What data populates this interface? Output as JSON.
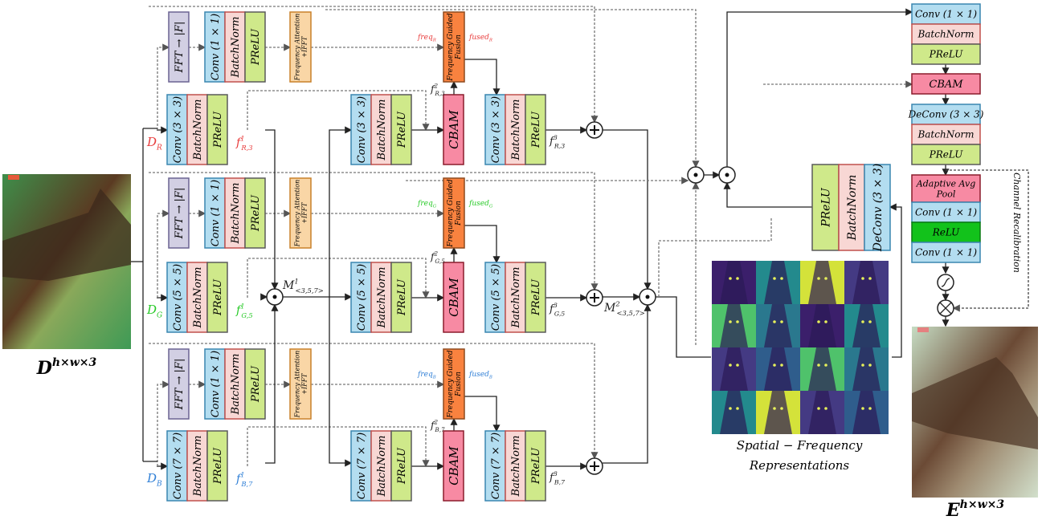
{
  "colors": {
    "conv": "#b3ddf0",
    "conv_border": "#3a86b0",
    "bn": "#f8d7d4",
    "bn_border": "#c0504d",
    "prelu": "#cfe98a",
    "prelu_border": "#5a5a5a",
    "fft": "#d2cfe3",
    "fft_border": "#6b6392",
    "freq_att": "#f9d6a6",
    "freq_att_border": "#c9812a",
    "fgf": "#f9823f",
    "fgf_border": "#8e4a1f",
    "cbam": "#f78aa3",
    "cbam_border": "#8b1c2c",
    "relu": "#12c21b",
    "red": "#e83b3b",
    "green": "#26c926",
    "blue": "#2f7fd6"
  },
  "labels": {
    "fft": "FFT → |F|",
    "conv1": "Conv (1 × 1)",
    "conv3": "Conv (3 × 3)",
    "conv5": "Conv (5 × 5)",
    "conv7": "Conv (7 × 7)",
    "deconv3": "DeConv (3 × 3)",
    "bn": "BatchNorm",
    "prelu": "PReLU",
    "relu": "ReLU",
    "freq_att_1": "Frequency Attention",
    "freq_att_2": "+IFFT",
    "fgf_1": "Frequency Guided",
    "fgf_2": "Fusion",
    "cbam": "CBAM",
    "aap_1": "Adaptive Avg",
    "aap_2": "Pool",
    "channel_recal": "Channel Recalibration",
    "sf_1": "Spatial − Frequency",
    "sf_2": "Representations"
  },
  "branches": {
    "R": {
      "input": "D",
      "input_sub": "R",
      "f1": "f",
      "f1_sup": "1",
      "f1_sub": "R,3",
      "f2_sup": "2",
      "f2_sub": "R,3",
      "f3_sup": "3",
      "f3_sub": "R,3",
      "freq": "freq",
      "freq_sub": "R",
      "fused": "fused",
      "fused_sub": "R"
    },
    "G": {
      "input": "D",
      "input_sub": "G",
      "f1": "f",
      "f1_sup": "1",
      "f1_sub": "G,5",
      "f2_sup": "2",
      "f2_sub": "G,5",
      "f3_sup": "3",
      "f3_sub": "G,5",
      "freq": "freq",
      "freq_sub": "G",
      "fused": "fused",
      "fused_sub": "G"
    },
    "B": {
      "input": "D",
      "input_sub": "B",
      "f1": "f",
      "f1_sup": "1",
      "f1_sub": "B,7",
      "f2_sup": "2",
      "f2_sub": "B,7",
      "f3_sup": "3",
      "f3_sub": "B,7",
      "freq": "freq",
      "freq_sub": "B",
      "fused": "fused",
      "fused_sub": "B"
    }
  },
  "merge": {
    "m1": "M",
    "m1_sup": "1",
    "m1_sub": "<3,5,7>",
    "m2": "M",
    "m2_sup": "2",
    "m2_sub": "<3,5,7>"
  },
  "io": {
    "input": "D",
    "input_sup": "h×w×3",
    "output": "E",
    "output_sup": "h×w×3"
  }
}
